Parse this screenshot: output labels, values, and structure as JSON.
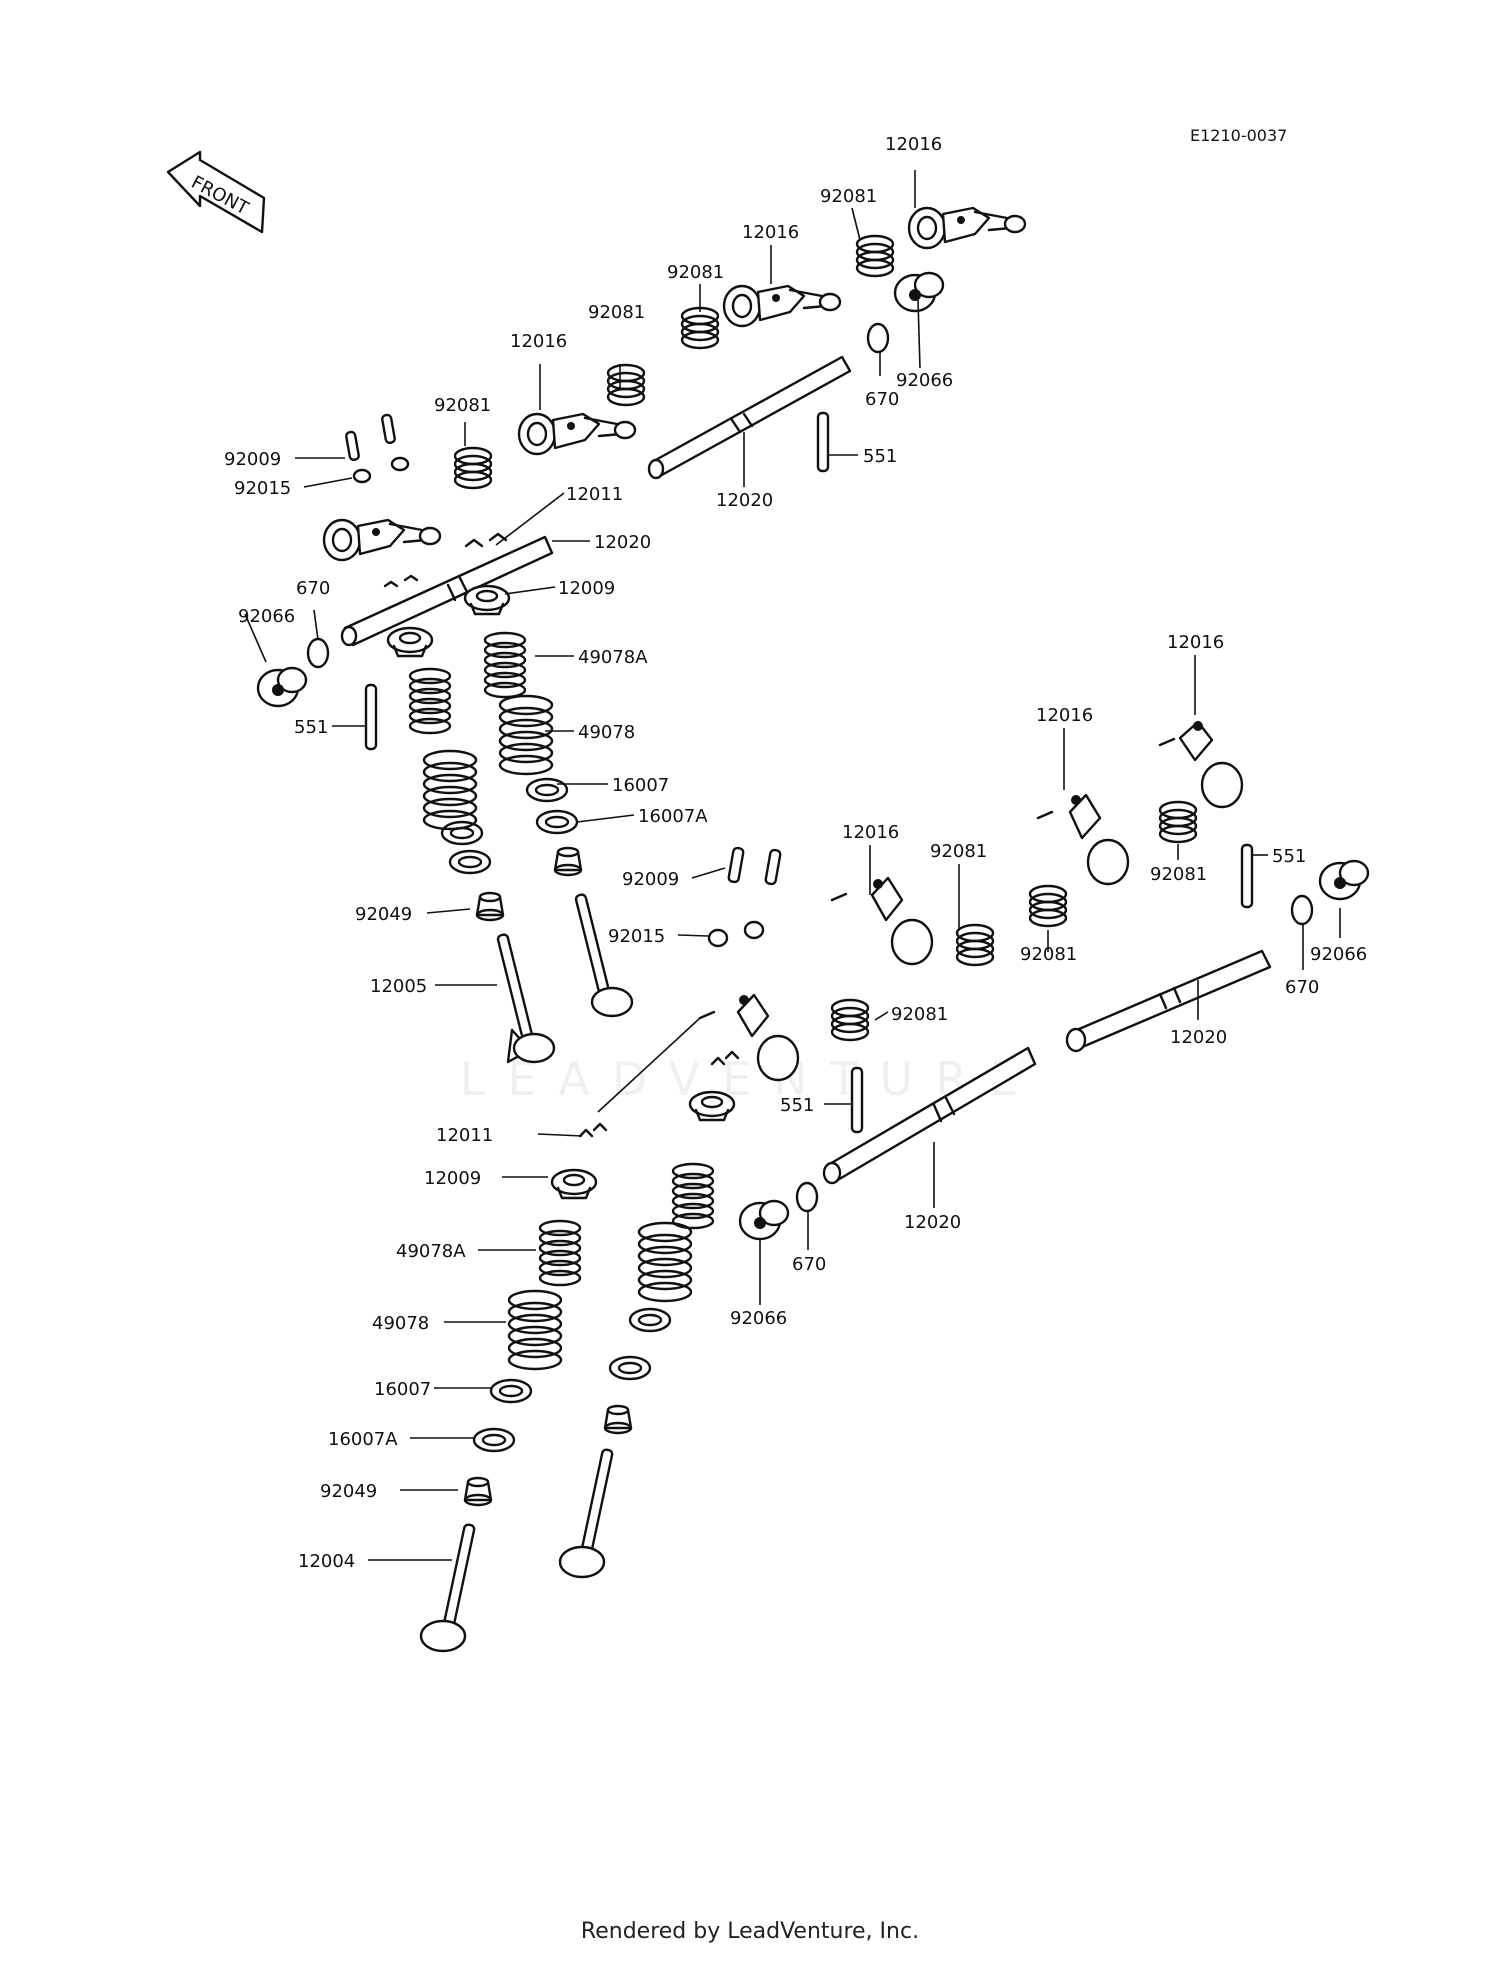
{
  "reference_code": "E1210-0037",
  "front_arrow_label": "FRONT",
  "watermark": "LEADVENTURE",
  "footer": "Rendered by LeadVenture, Inc.",
  "callouts": [
    "12016",
    "92081",
    "12016",
    "92081",
    "92081",
    "12016",
    "92081",
    "92009",
    "92015",
    "12011",
    "12020",
    "12009",
    "670",
    "92066",
    "551",
    "670",
    "92066",
    "551",
    "12020",
    "49078A",
    "49078",
    "16007",
    "16007A",
    "92049",
    "12005",
    "12016",
    "12016",
    "12016",
    "92081",
    "92081",
    "92081",
    "92081",
    "551",
    "92066",
    "670",
    "12020",
    "92009",
    "92015",
    "12011",
    "12009",
    "551",
    "12020",
    "49078A",
    "49078",
    "670",
    "92066",
    "16007",
    "16007A",
    "92049",
    "12004"
  ]
}
